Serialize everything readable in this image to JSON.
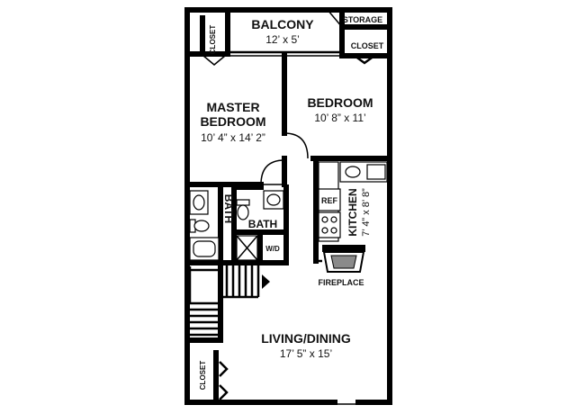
{
  "rooms": {
    "balcony": {
      "name": "BALCONY",
      "dims": "12’ x 5’"
    },
    "storage": {
      "name": "STORAGE"
    },
    "closet_top_left": {
      "name": "CLOSET"
    },
    "closet_top_right": {
      "name": "CLOSET"
    },
    "master_bedroom": {
      "name_line1": "MASTER",
      "name_line2": "BEDROOM",
      "dims": "10’ 4” x 14’ 2”"
    },
    "bedroom": {
      "name": "BEDROOM",
      "dims": "10’ 8” x 11’"
    },
    "bath_left": {
      "name": "BATH"
    },
    "bath_center": {
      "name": "BATH"
    },
    "wd": {
      "name": "W/D"
    },
    "kitchen": {
      "name": "KITCHEN",
      "dims": "7’ 4” x 8’ 8”"
    },
    "ref": {
      "name": "REF"
    },
    "fireplace": {
      "name": "FIREPLACE"
    },
    "living_dining": {
      "name": "LIVING/DINING",
      "dims": "17’ 5” x 15’"
    },
    "closet_bottom": {
      "name": "CLOSET"
    }
  }
}
